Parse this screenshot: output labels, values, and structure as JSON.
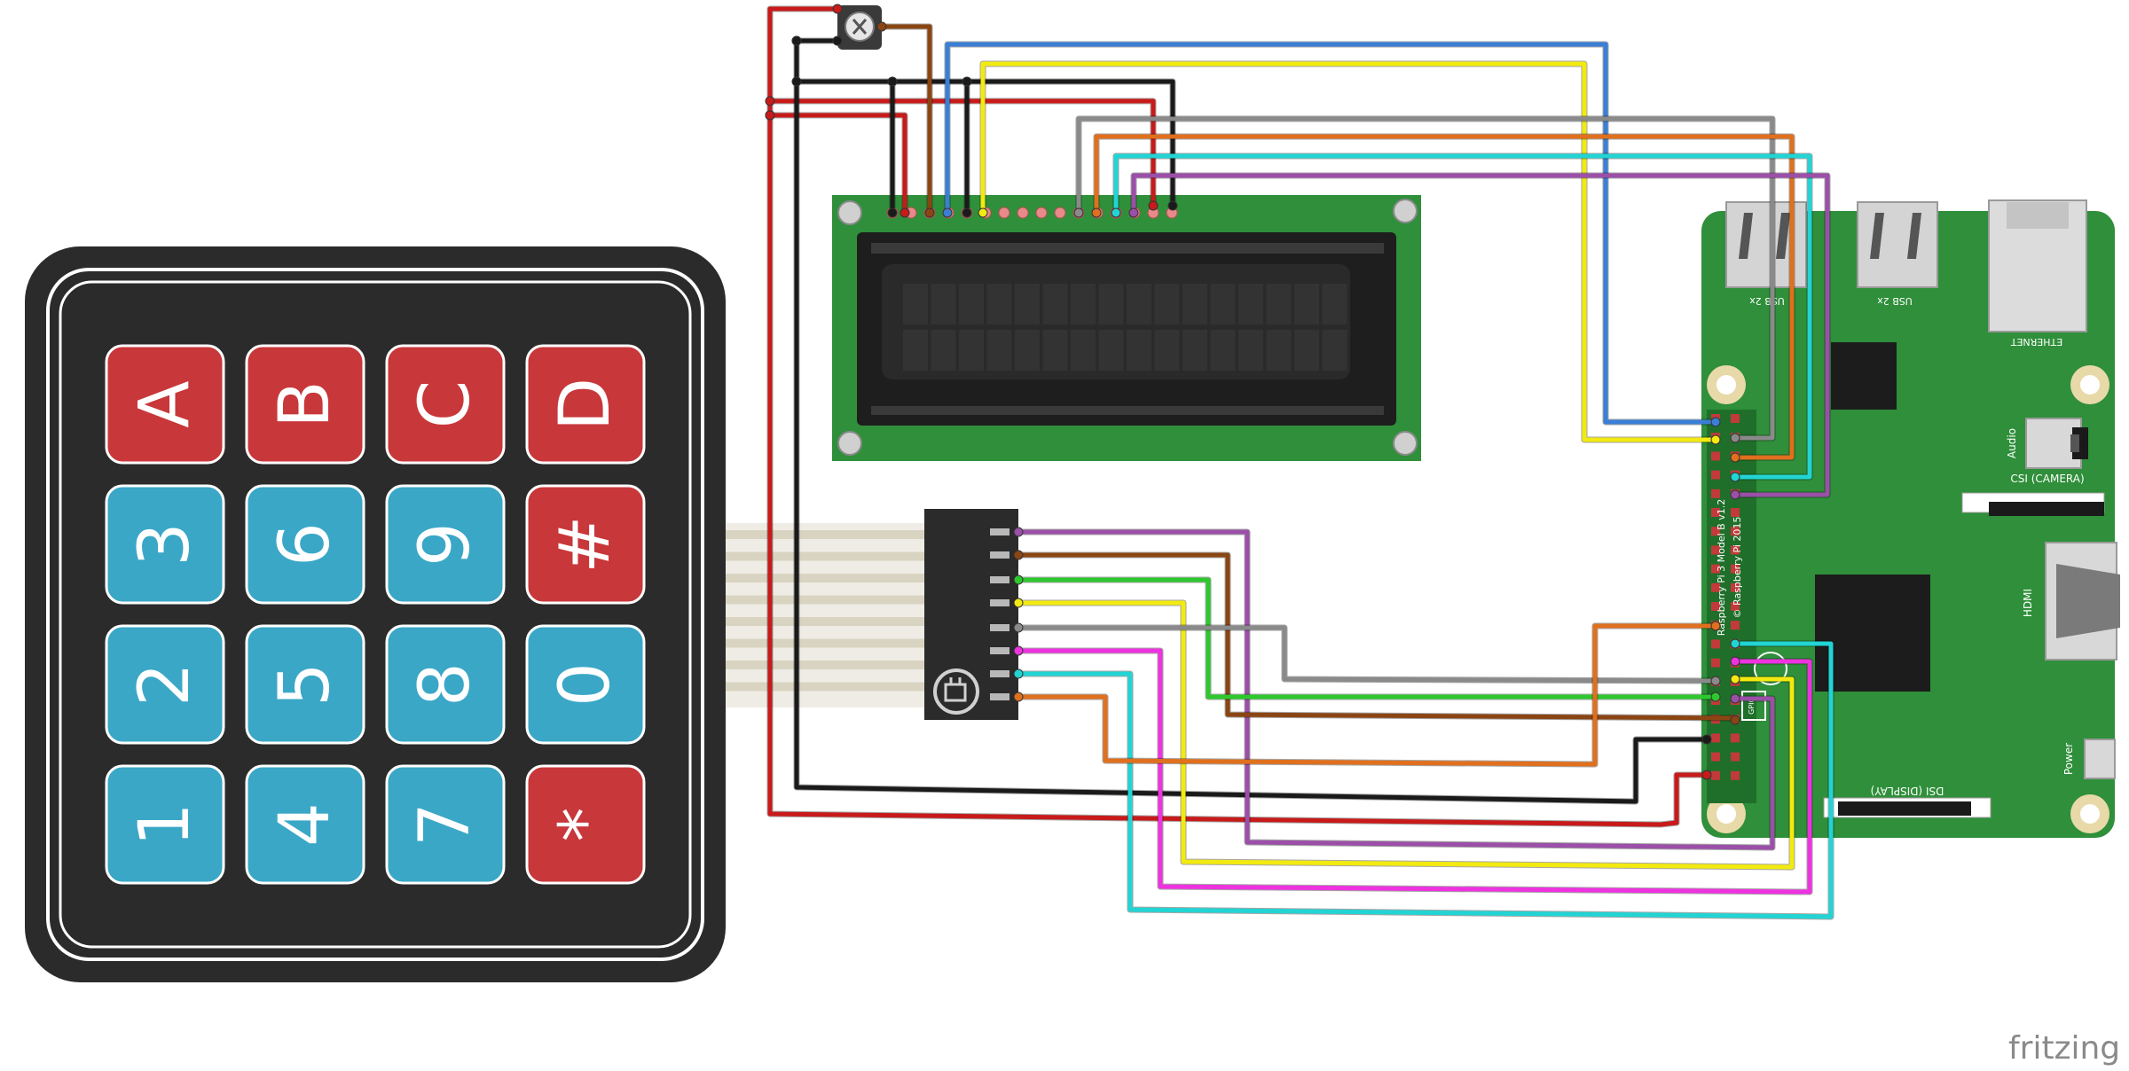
{
  "keypad": {
    "keys": [
      [
        "A",
        "B",
        "C",
        "D"
      ],
      [
        "3",
        "6",
        "9",
        "#"
      ],
      [
        "2",
        "5",
        "8",
        "0"
      ],
      [
        "1",
        "4",
        "7",
        "*"
      ]
    ],
    "colors": {
      "body": "#2b2b2b",
      "letter_key": "#c8373a",
      "number_key": "#3aa7c7",
      "outline": "#ffffff"
    }
  },
  "board": {
    "model_line1": "Raspberry Pi 3 Model B v1.2",
    "model_line2": "© Raspberry Pi 2015",
    "usb_label_1": "USB 2x",
    "usb_label_2": "USB 2x",
    "ethernet_label": "ETHERNET",
    "audio_label": "Audio",
    "csi_label": "CSI (CAMERA)",
    "hdmi_label": "HDMI",
    "dsi_label": "DSI (DISPLAY)",
    "power_label": "Power",
    "gpio_label": "GPIO",
    "color": "#2f8f3a"
  },
  "lcd": {
    "pcb_color": "#2f8f3a",
    "screen_color": "#2a2a2a"
  },
  "branding": {
    "watermark": "fritzing"
  },
  "wire_colors": {
    "red": "#c81a1a",
    "black": "#1a1a1a",
    "brown": "#8b4513",
    "blue": "#3a7fd5",
    "yellow": "#f2ea10",
    "gray": "#8a8a8a",
    "orange": "#e0701e",
    "cyan": "#22d4d4",
    "purple": "#9b4fa8",
    "green": "#2ec82e",
    "magenta": "#ee32e0"
  }
}
